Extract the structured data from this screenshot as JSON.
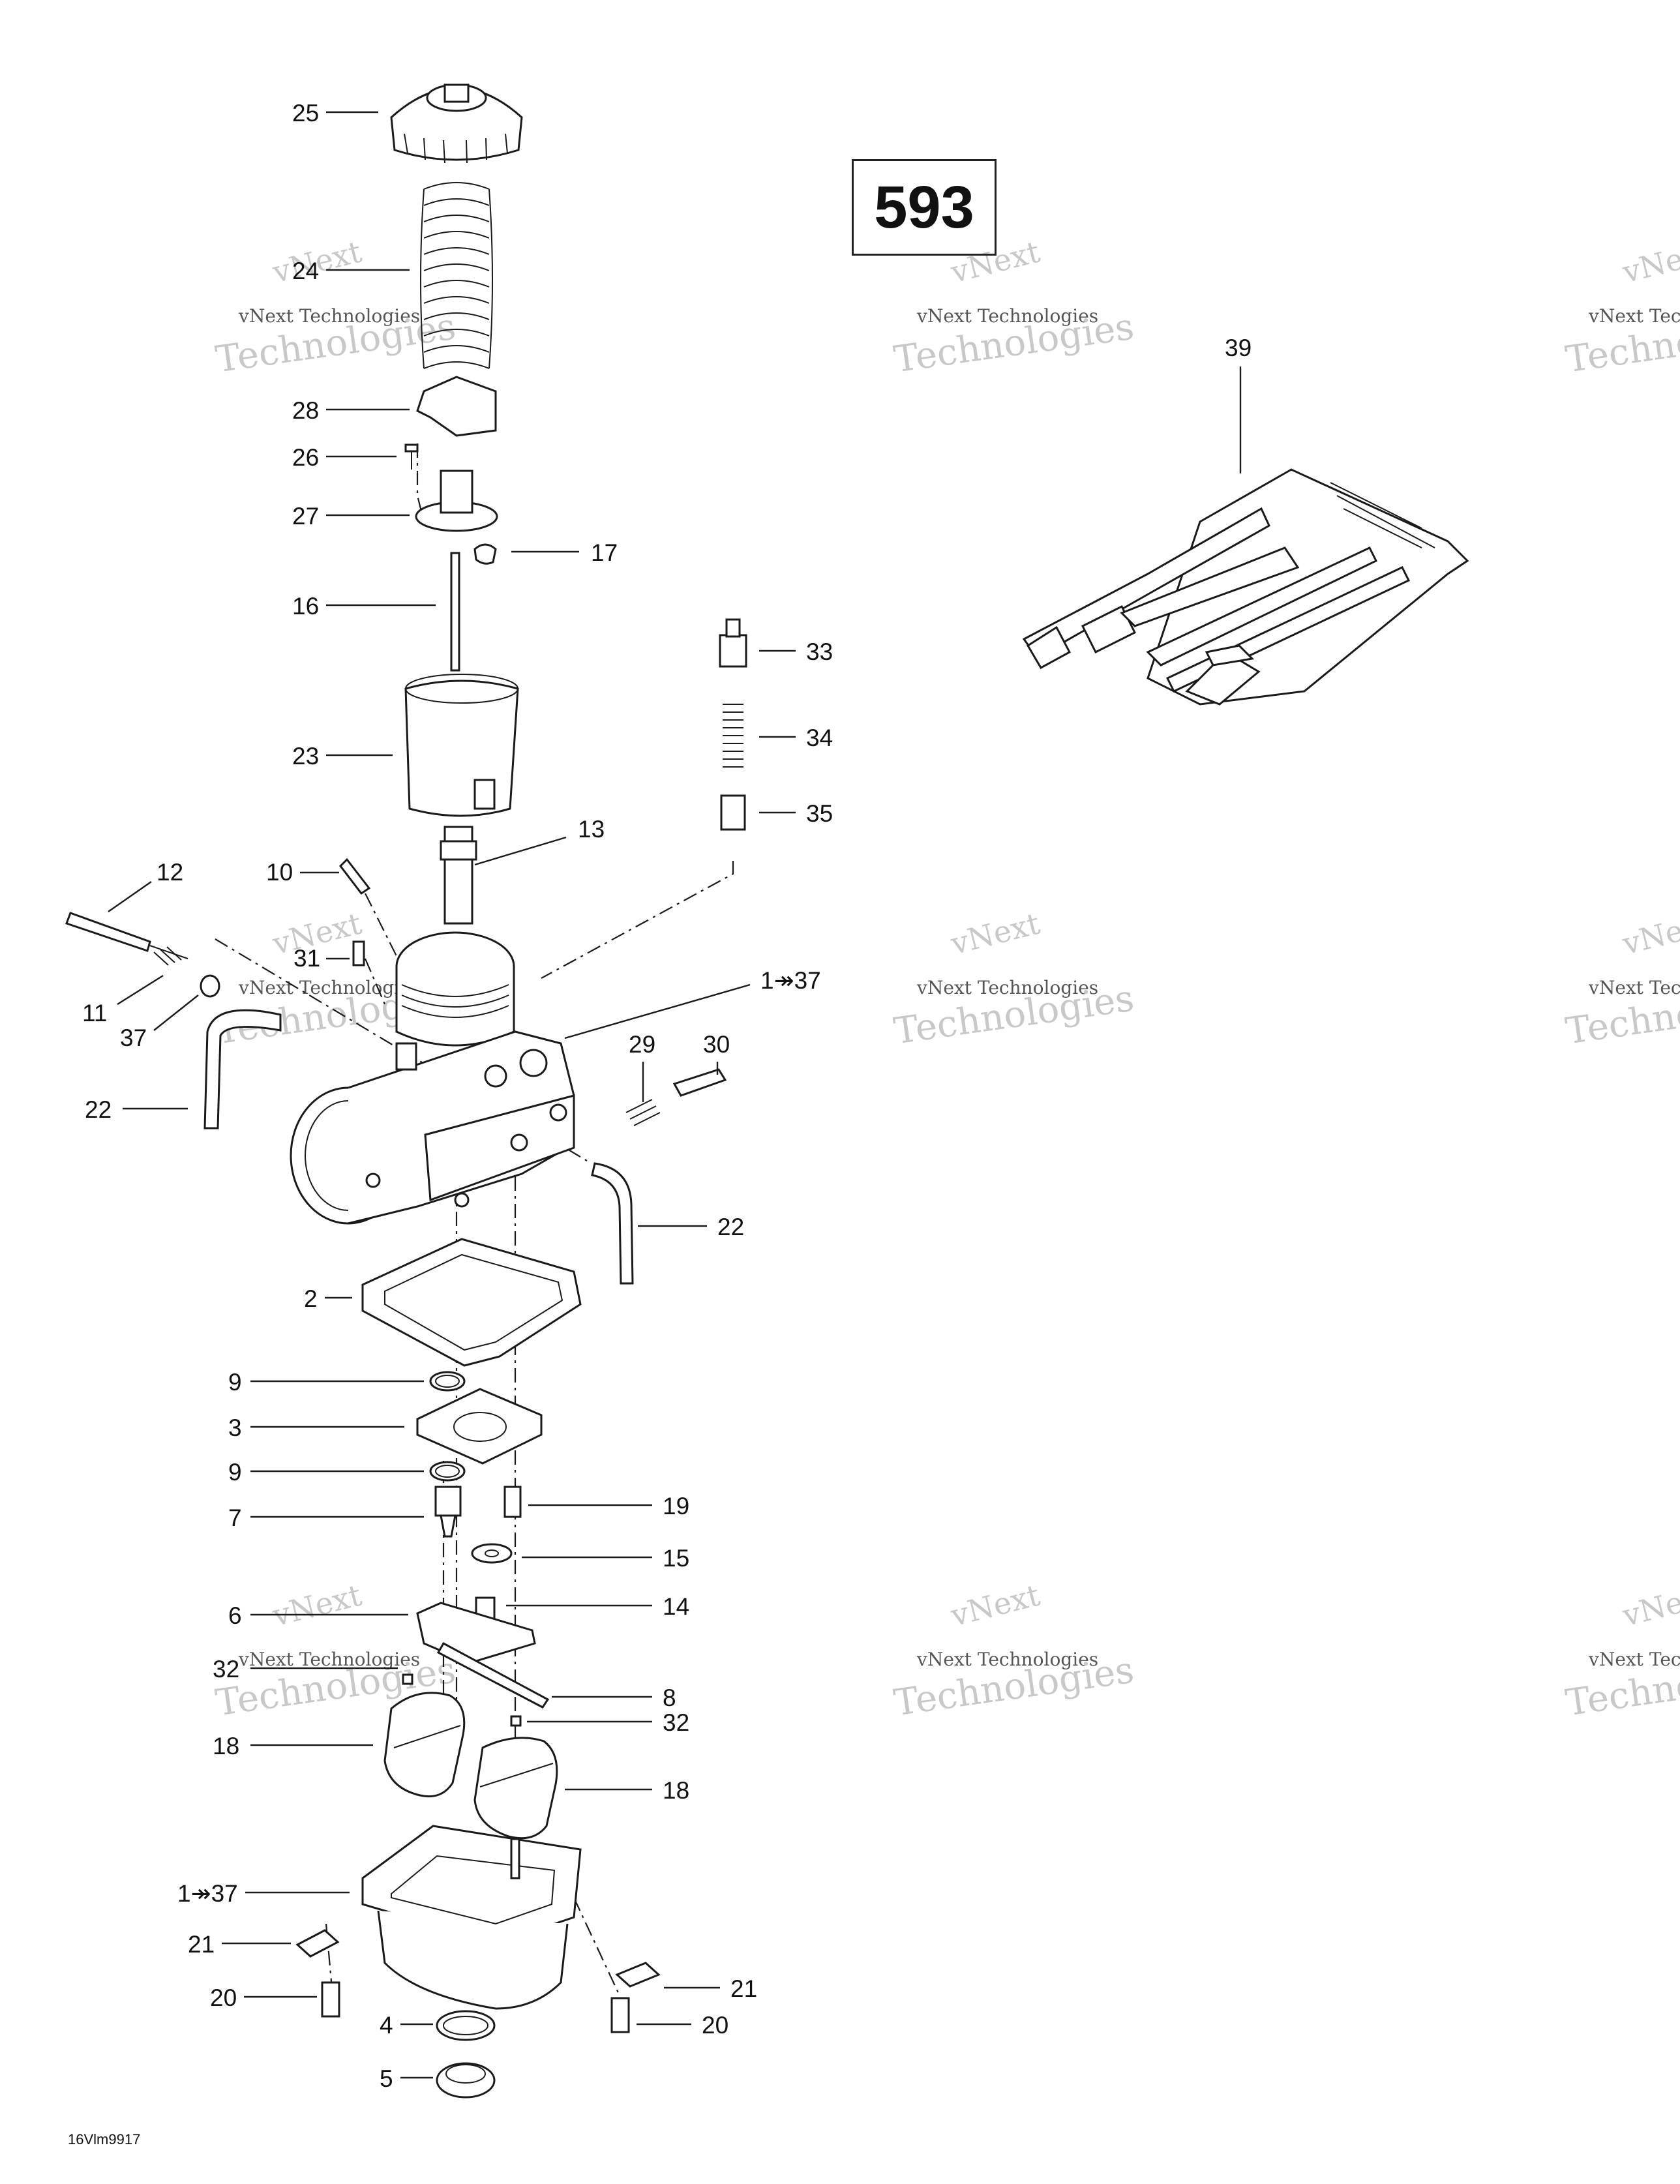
{
  "diagram": {
    "page_number": "593",
    "diagram_code": "16Vlm9917",
    "watermark": {
      "line1": "vNext",
      "line2": "vNext Technologies",
      "line3": "Technologies"
    },
    "callouts": [
      {
        "id": "25",
        "label": "25"
      },
      {
        "id": "24",
        "label": "24"
      },
      {
        "id": "28",
        "label": "28"
      },
      {
        "id": "26",
        "label": "26"
      },
      {
        "id": "27",
        "label": "27"
      },
      {
        "id": "17",
        "label": "17"
      },
      {
        "id": "16",
        "label": "16"
      },
      {
        "id": "33",
        "label": "33"
      },
      {
        "id": "34",
        "label": "34"
      },
      {
        "id": "23",
        "label": "23"
      },
      {
        "id": "35",
        "label": "35"
      },
      {
        "id": "13",
        "label": "13"
      },
      {
        "id": "12",
        "label": "12"
      },
      {
        "id": "10",
        "label": "10"
      },
      {
        "id": "31",
        "label": "31"
      },
      {
        "id": "1-37-top",
        "label": "1↠37"
      },
      {
        "id": "11",
        "label": "11"
      },
      {
        "id": "37",
        "label": "37"
      },
      {
        "id": "29",
        "label": "29"
      },
      {
        "id": "30",
        "label": "30"
      },
      {
        "id": "22-left",
        "label": "22"
      },
      {
        "id": "22-right",
        "label": "22"
      },
      {
        "id": "2",
        "label": "2"
      },
      {
        "id": "9-top",
        "label": "9"
      },
      {
        "id": "3",
        "label": "3"
      },
      {
        "id": "9-bottom",
        "label": "9"
      },
      {
        "id": "19",
        "label": "19"
      },
      {
        "id": "7",
        "label": "7"
      },
      {
        "id": "15",
        "label": "15"
      },
      {
        "id": "14",
        "label": "14"
      },
      {
        "id": "6",
        "label": "6"
      },
      {
        "id": "32-left",
        "label": "32"
      },
      {
        "id": "8",
        "label": "8"
      },
      {
        "id": "32-right",
        "label": "32"
      },
      {
        "id": "18-left",
        "label": "18"
      },
      {
        "id": "18-right",
        "label": "18"
      },
      {
        "id": "1-37-bottom",
        "label": "1↠37"
      },
      {
        "id": "21-left",
        "label": "21"
      },
      {
        "id": "21-right",
        "label": "21"
      },
      {
        "id": "20-left",
        "label": "20"
      },
      {
        "id": "4",
        "label": "4"
      },
      {
        "id": "20-right",
        "label": "20"
      },
      {
        "id": "5",
        "label": "5"
      },
      {
        "id": "39",
        "label": "39"
      }
    ]
  }
}
